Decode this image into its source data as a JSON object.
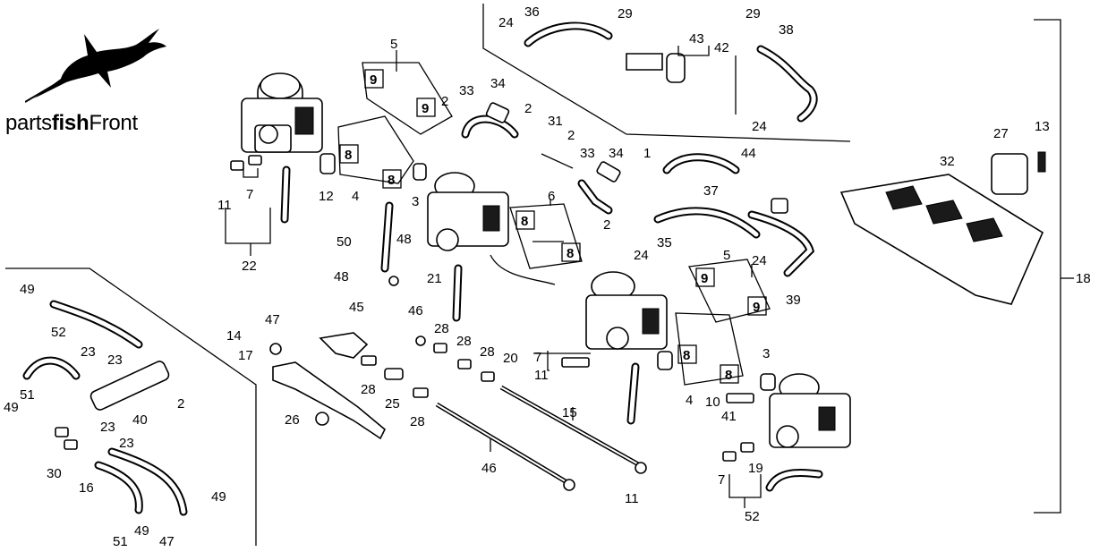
{
  "brand": {
    "prefix": "parts",
    "bold": "fish",
    "suffix": "Front"
  },
  "callouts": [
    {
      "id": "c36",
      "text": "36"
    },
    {
      "id": "c24a",
      "text": "24"
    },
    {
      "id": "c29a",
      "text": "29"
    },
    {
      "id": "c43",
      "text": "43"
    },
    {
      "id": "c42",
      "text": "42"
    },
    {
      "id": "c29b",
      "text": "29"
    },
    {
      "id": "c38",
      "text": "38"
    },
    {
      "id": "c5a",
      "text": "5"
    },
    {
      "id": "c34a",
      "text": "34"
    },
    {
      "id": "c33a",
      "text": "33"
    },
    {
      "id": "c2a",
      "text": "2"
    },
    {
      "id": "c2b",
      "text": "2"
    },
    {
      "id": "c31",
      "text": "31"
    },
    {
      "id": "c2c",
      "text": "2"
    },
    {
      "id": "c33b",
      "text": "33"
    },
    {
      "id": "c34b",
      "text": "34"
    },
    {
      "id": "c1",
      "text": "1"
    },
    {
      "id": "c44",
      "text": "44"
    },
    {
      "id": "c24b",
      "text": "24"
    },
    {
      "id": "c27",
      "text": "27"
    },
    {
      "id": "c13",
      "text": "13"
    },
    {
      "id": "c32",
      "text": "32"
    },
    {
      "id": "c37",
      "text": "37"
    },
    {
      "id": "c6",
      "text": "6"
    },
    {
      "id": "c2d",
      "text": "2"
    },
    {
      "id": "c3a",
      "text": "3"
    },
    {
      "id": "c12",
      "text": "12"
    },
    {
      "id": "c4a",
      "text": "4"
    },
    {
      "id": "c11a",
      "text": "11"
    },
    {
      "id": "c7a",
      "text": "7"
    },
    {
      "id": "c50",
      "text": "50"
    },
    {
      "id": "c48a",
      "text": "48"
    },
    {
      "id": "c48b",
      "text": "48"
    },
    {
      "id": "c22",
      "text": "22"
    },
    {
      "id": "c21",
      "text": "21"
    },
    {
      "id": "c24c",
      "text": "24"
    },
    {
      "id": "c35",
      "text": "35"
    },
    {
      "id": "c5b",
      "text": "5"
    },
    {
      "id": "c24d",
      "text": "24"
    },
    {
      "id": "c39",
      "text": "39"
    },
    {
      "id": "c18",
      "text": "18"
    },
    {
      "id": "c49a",
      "text": "49"
    },
    {
      "id": "c52a",
      "text": "52"
    },
    {
      "id": "c45",
      "text": "45"
    },
    {
      "id": "c47a",
      "text": "47"
    },
    {
      "id": "c46a",
      "text": "46"
    },
    {
      "id": "c28a",
      "text": "28"
    },
    {
      "id": "c28b",
      "text": "28"
    },
    {
      "id": "c28c",
      "text": "28"
    },
    {
      "id": "c20",
      "text": "20"
    },
    {
      "id": "c7b",
      "text": "7"
    },
    {
      "id": "c11b",
      "text": "11"
    },
    {
      "id": "c14",
      "text": "14"
    },
    {
      "id": "c17",
      "text": "17"
    },
    {
      "id": "c23a",
      "text": "23"
    },
    {
      "id": "c23b",
      "text": "23"
    },
    {
      "id": "c51a",
      "text": "51"
    },
    {
      "id": "c49b",
      "text": "49"
    },
    {
      "id": "c40",
      "text": "40"
    },
    {
      "id": "c2e",
      "text": "2"
    },
    {
      "id": "c28d",
      "text": "28"
    },
    {
      "id": "c25",
      "text": "25"
    },
    {
      "id": "c28e",
      "text": "28"
    },
    {
      "id": "c15",
      "text": "15"
    },
    {
      "id": "c4b",
      "text": "4"
    },
    {
      "id": "c3b",
      "text": "3"
    },
    {
      "id": "c10",
      "text": "10"
    },
    {
      "id": "c41",
      "text": "41"
    },
    {
      "id": "c26",
      "text": "26"
    },
    {
      "id": "c23c",
      "text": "23"
    },
    {
      "id": "c30",
      "text": "30"
    },
    {
      "id": "c23d",
      "text": "23"
    },
    {
      "id": "c16",
      "text": "16"
    },
    {
      "id": "c46b",
      "text": "46"
    },
    {
      "id": "c11c",
      "text": "11"
    },
    {
      "id": "c7c",
      "text": "7"
    },
    {
      "id": "c19",
      "text": "19"
    },
    {
      "id": "c52b",
      "text": "52"
    },
    {
      "id": "c49c",
      "text": "49"
    },
    {
      "id": "c51b",
      "text": "51"
    },
    {
      "id": "c49d",
      "text": "49"
    },
    {
      "id": "c47b",
      "text": "47"
    }
  ],
  "boxed": [
    {
      "id": "b9a",
      "text": "9"
    },
    {
      "id": "b9b",
      "text": "9"
    },
    {
      "id": "b8a",
      "text": "8"
    },
    {
      "id": "b8b",
      "text": "8"
    },
    {
      "id": "b8c",
      "text": "8"
    },
    {
      "id": "b8d",
      "text": "8"
    },
    {
      "id": "b9c",
      "text": "9"
    },
    {
      "id": "b9d",
      "text": "9"
    },
    {
      "id": "b8e",
      "text": "8"
    },
    {
      "id": "b8f",
      "text": "8"
    }
  ]
}
